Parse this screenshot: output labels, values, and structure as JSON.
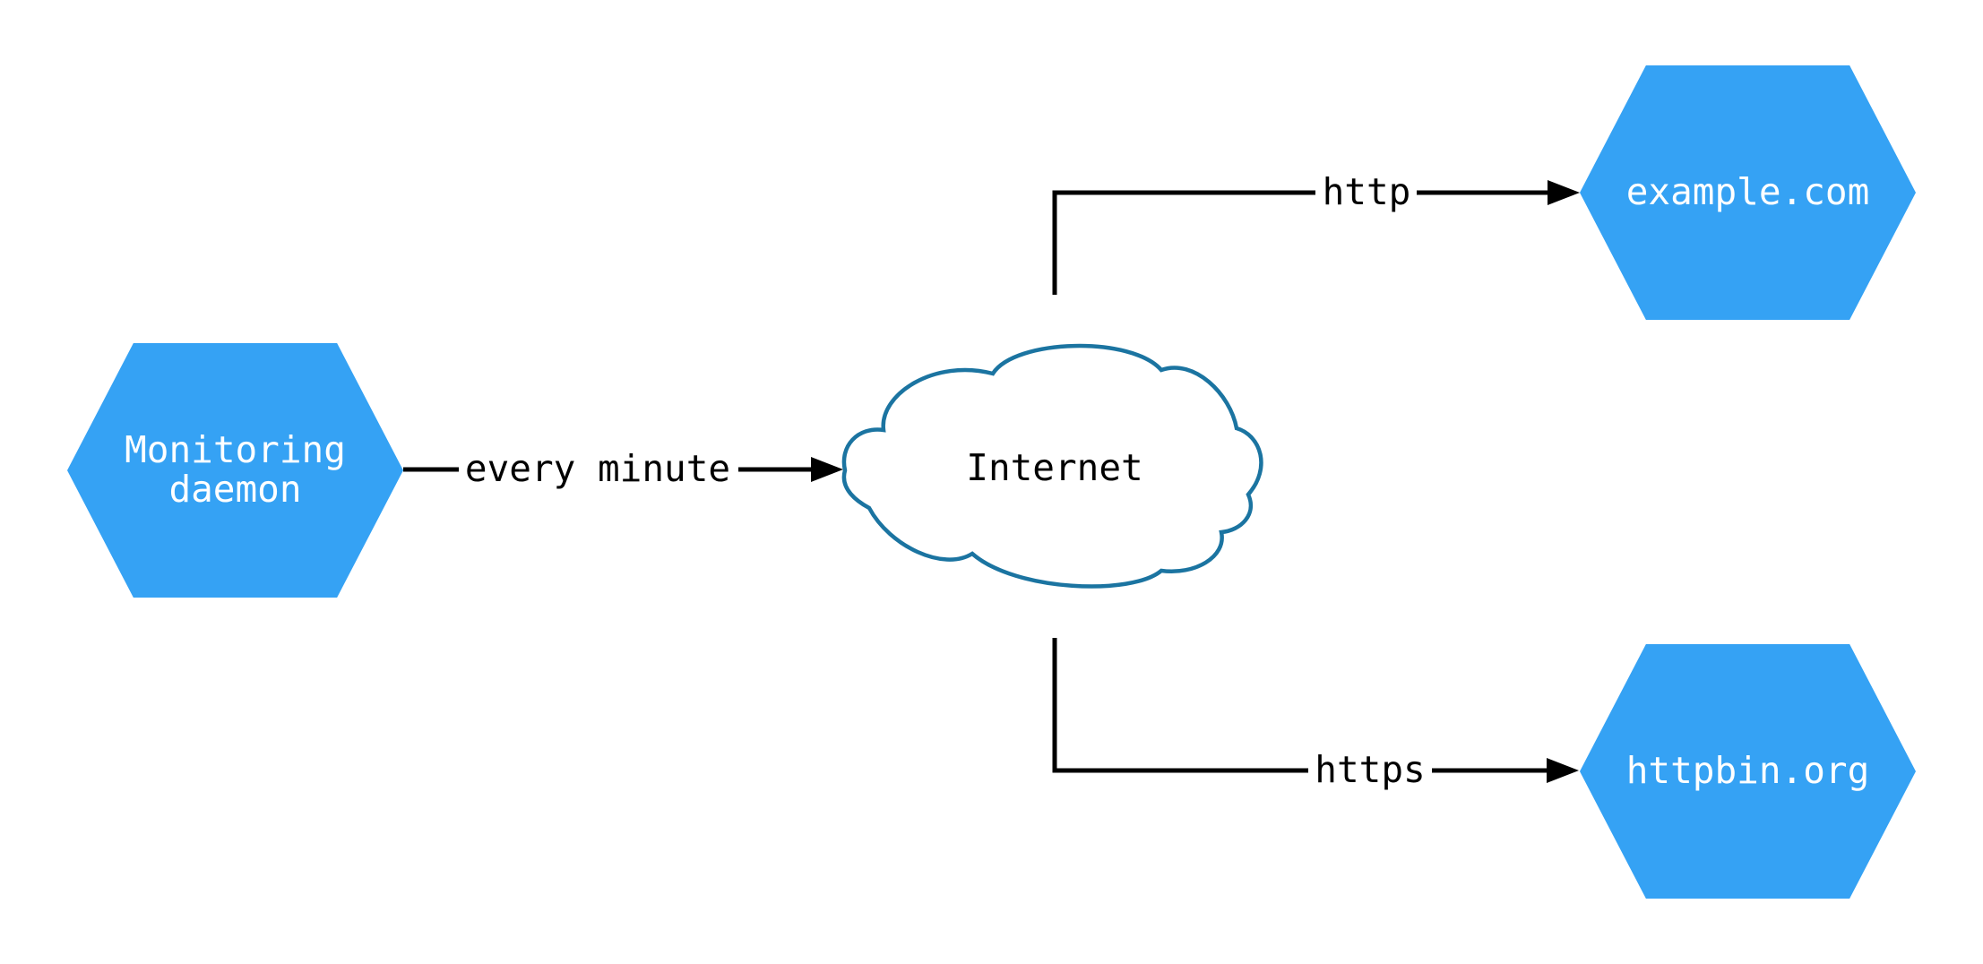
{
  "diagram": {
    "background": "#ffffff",
    "colors": {
      "node_fill": "#35a2f4",
      "node_text": "#ffffff",
      "cloud_stroke": "#1b74a1",
      "cloud_fill": "#ffffff",
      "edge_line": "#000000",
      "edge_label_text": "#000000"
    },
    "nodes": {
      "monitoring_daemon": {
        "shape": "hexagon",
        "label": "Monitoring\ndaemon"
      },
      "internet": {
        "shape": "cloud",
        "label": "Internet"
      },
      "example_com": {
        "shape": "hexagon",
        "label": "example.com"
      },
      "httpbin_org": {
        "shape": "hexagon",
        "label": "httpbin.org"
      }
    },
    "edges": {
      "monitoring_to_internet": {
        "from": "monitoring_daemon",
        "to": "internet",
        "label": "every minute"
      },
      "internet_to_example": {
        "from": "internet",
        "to": "example_com",
        "label": "http"
      },
      "internet_to_httpbin": {
        "from": "internet",
        "to": "httpbin_org",
        "label": "https"
      }
    }
  }
}
